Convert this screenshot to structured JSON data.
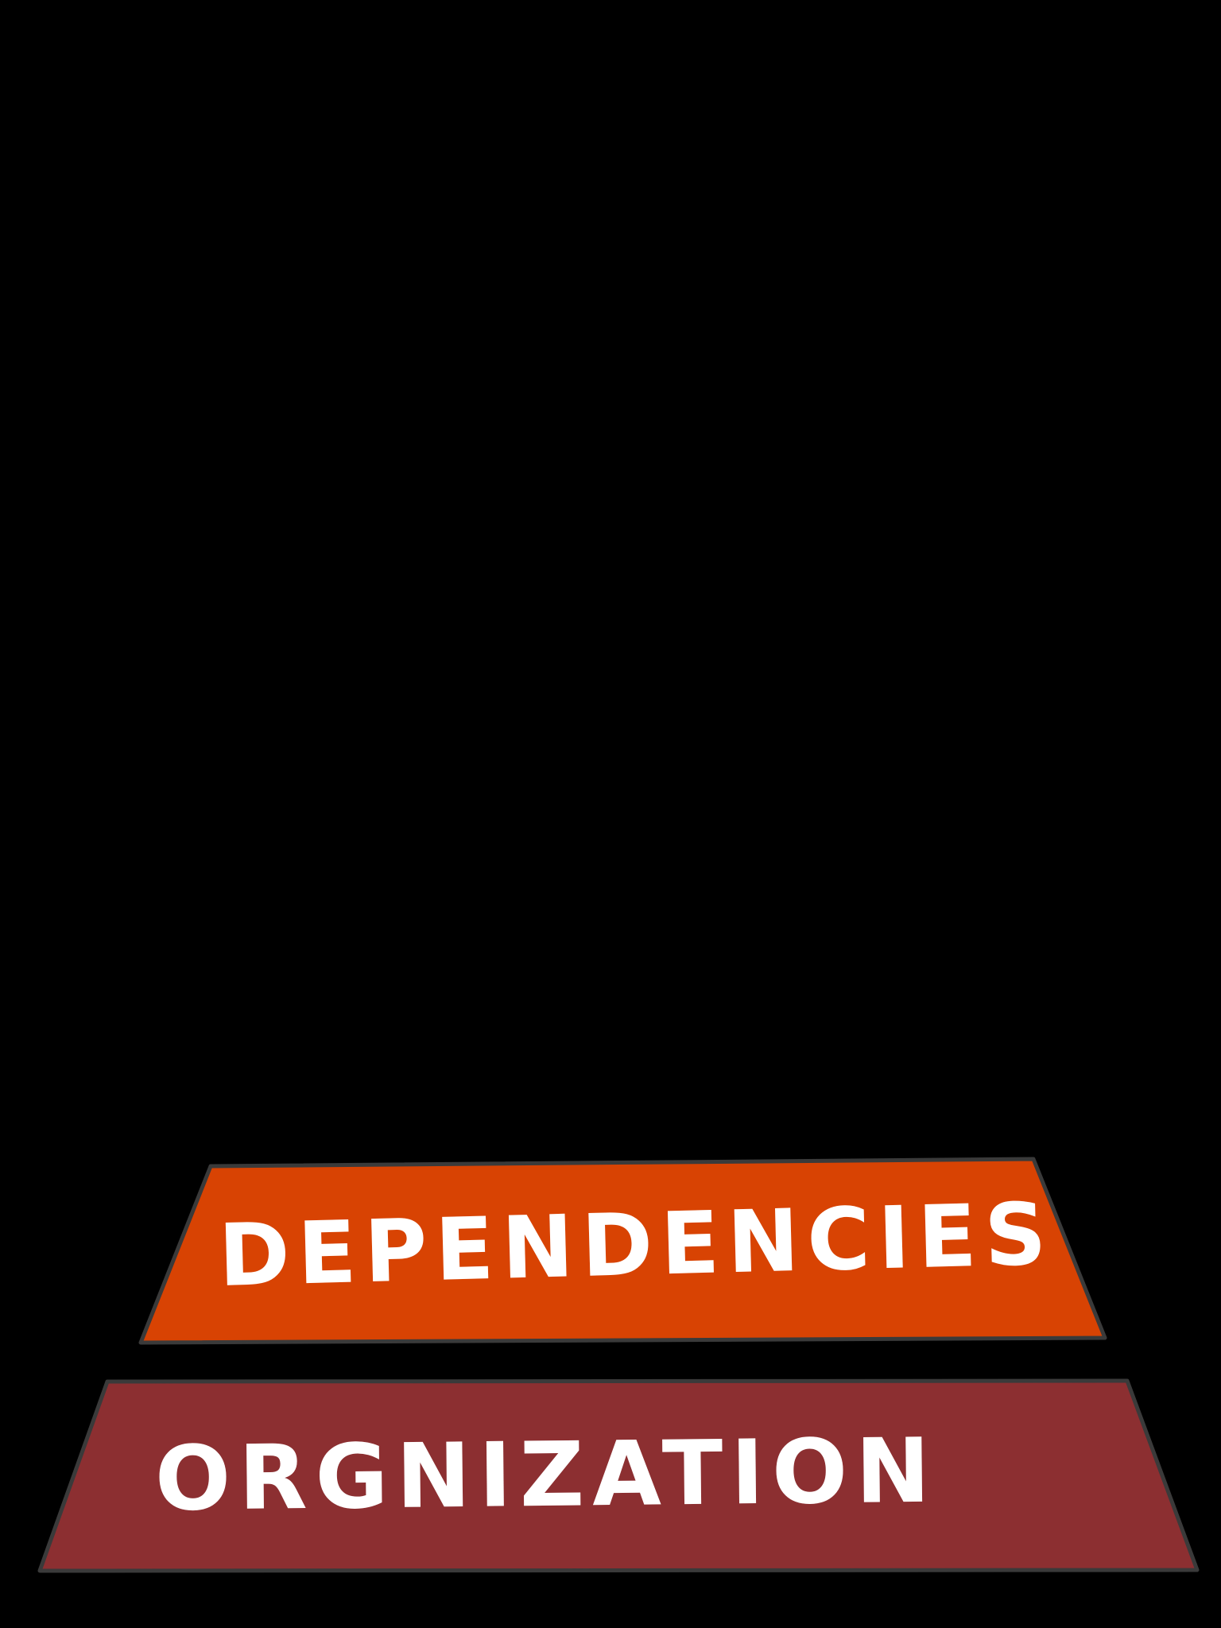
{
  "layers": [
    {
      "id": "dependencies",
      "label": "DEPENDENCIES",
      "fill": "#D84303"
    },
    {
      "id": "organization",
      "label": "ORGNIZATION",
      "fill": "#8C2F31"
    }
  ],
  "colors": {
    "background": "#000000",
    "text": "#FFFFFF",
    "outline": "#3A3A3A"
  }
}
